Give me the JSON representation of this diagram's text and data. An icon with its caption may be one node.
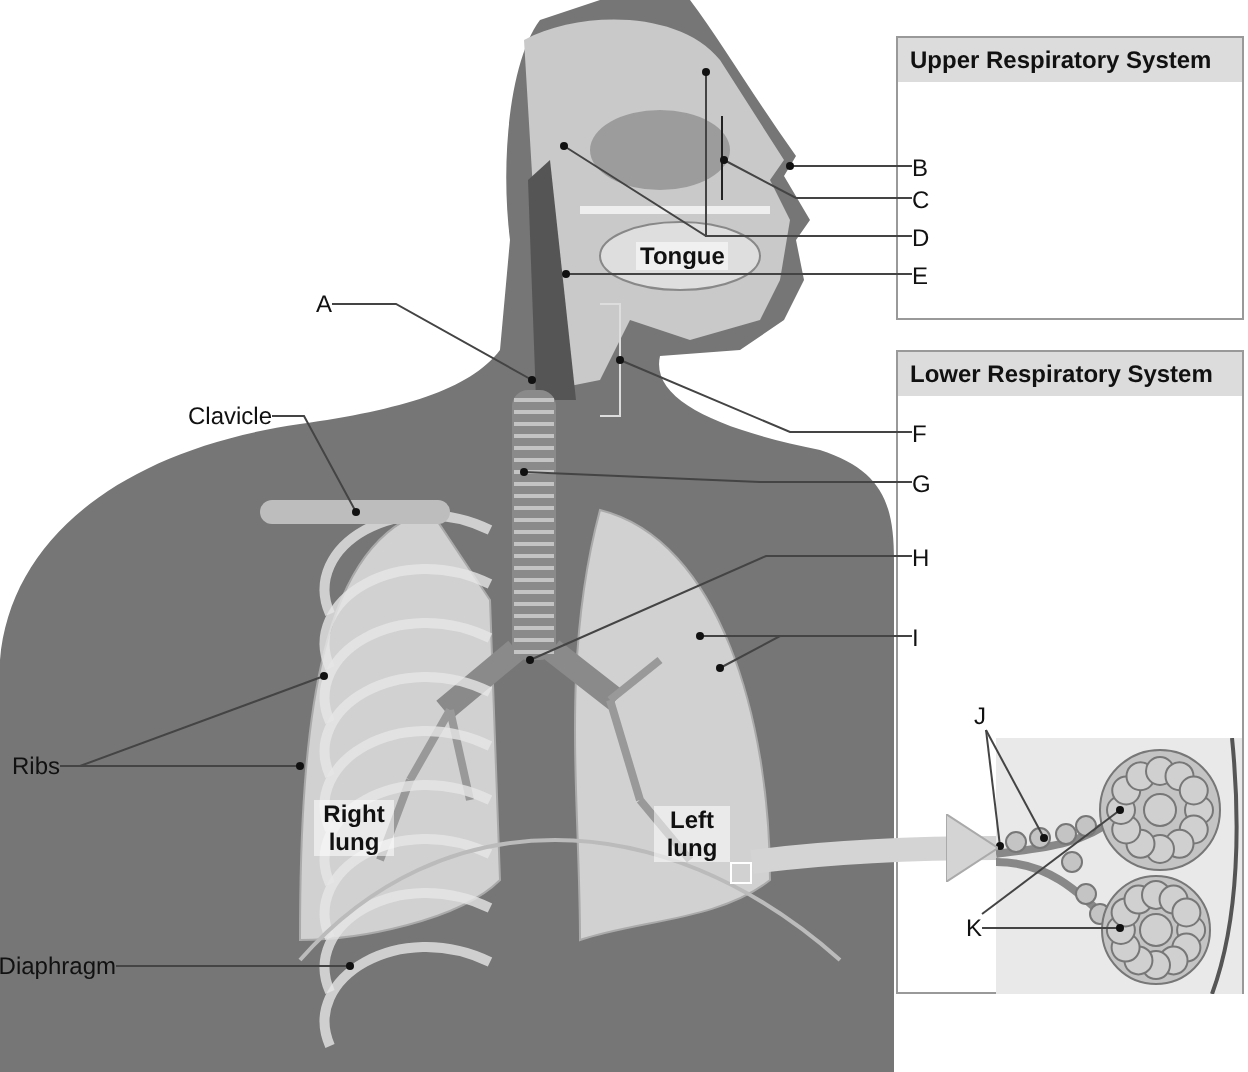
{
  "diagram": {
    "nodes": [
      {
        "text": [
          "Upper Respiratory System"
        ]
      },
      {
        "text": [
          "B"
        ],
        "in": 0
      },
      {
        "text": [
          "C"
        ],
        "in": 0
      },
      {
        "text": [
          "D"
        ],
        "in": 0
      },
      {
        "text": [
          "E"
        ],
        "in": 0
      },
      {
        "text": [
          "Lower Respiratory System"
        ]
      },
      {
        "text": [
          "F"
        ],
        "in": 5
      },
      {
        "text": [
          "G"
        ],
        "in": 5
      },
      {
        "text": [
          "H"
        ],
        "in": 5
      },
      {
        "text": [
          "I"
        ],
        "in": 5
      },
      {
        "text": [
          "J"
        ],
        "in": 5
      },
      {
        "text": [
          "K"
        ],
        "in": 5
      },
      {
        "text": [],
        "shape": "picture",
        "in": 5
      },
      {
        "text": [
          "A"
        ]
      },
      {
        "text": [
          "Clavicle"
        ]
      },
      {
        "text": [
          "Ribs"
        ]
      },
      {
        "text": [
          "Diaphragm"
        ]
      },
      {
        "text": [],
        "shape": "box"
      }
    ],
    "edges": [
      {
        "from": 13,
        "to": null,
        "arrow": "other"
      },
      {
        "from": 1,
        "to": null,
        "arrow": "other"
      },
      {
        "from": 2,
        "to": null,
        "arrow": "other"
      },
      {
        "from": 3,
        "to": null,
        "arrow": "other"
      },
      {
        "from": 3,
        "to": null,
        "arrow": "other"
      },
      {
        "from": 4,
        "to": null,
        "arrow": "other"
      },
      {
        "from": 6,
        "to": null,
        "arrow": "other"
      },
      {
        "from": 7,
        "to": null,
        "arrow": "other"
      },
      {
        "from": 8,
        "to": null,
        "arrow": "other"
      },
      {
        "from": 9,
        "to": null,
        "arrow": "other"
      },
      {
        "from": 9,
        "to": null,
        "arrow": "other"
      },
      {
        "from": 10,
        "to": 12,
        "arrow": "other"
      },
      {
        "from": 10,
        "to": 12,
        "arrow": "other"
      },
      {
        "from": 11,
        "to": 12,
        "arrow": "other"
      },
      {
        "from": 11,
        "to": 12,
        "arrow": "other"
      },
      {
        "from": 14,
        "to": null,
        "arrow": "other"
      },
      {
        "from": 15,
        "to": null,
        "arrow": "other"
      },
      {
        "from": 15,
        "to": null,
        "arrow": "other"
      },
      {
        "from": 16,
        "to": null,
        "arrow": "other"
      },
      {
        "from": 17,
        "to": 12,
        "arrow": "to",
        "style": "thick",
        "color": "#d4d4d4"
      }
    ],
    "labels": [
      "Tongue",
      "Right lung",
      "Left lung"
    ]
  }
}
